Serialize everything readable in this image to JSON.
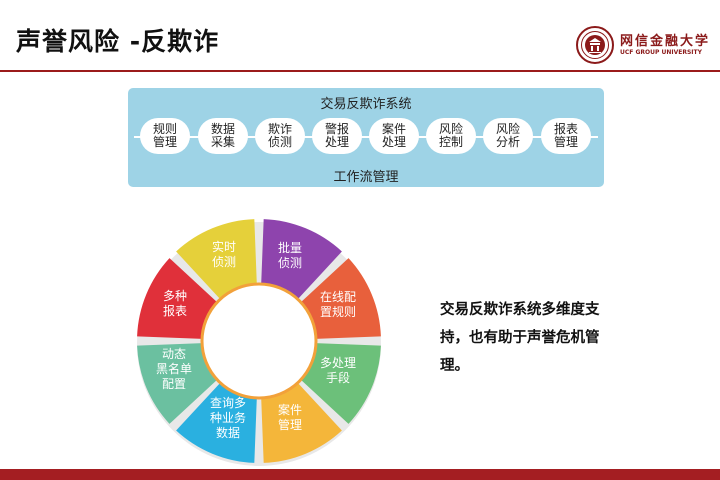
{
  "slide": {
    "title": "声誉风险 -反欺诈"
  },
  "logo": {
    "name_cn": "网信金融大学",
    "name_en": "UCF GROUP UNIVERSITY"
  },
  "colors": {
    "accent": "#a41e22",
    "workflow_bg": "#9ed3e6"
  },
  "workflow": {
    "title": "交易反欺诈系统",
    "footer": "工作流管理",
    "steps": [
      "规则\n管理",
      "数据\n采集",
      "欺诈\n侦测",
      "警报\n处理",
      "案件\n处理",
      "风险\n控制",
      "风险\n分析",
      "报表\n管理"
    ]
  },
  "ring": {
    "segments": [
      {
        "label": "批量\n侦测",
        "color": "#8e44ad"
      },
      {
        "label": "在线配\n置规则",
        "color": "#e8603c"
      },
      {
        "label": "多处理\n手段",
        "color": "#6cc07a"
      },
      {
        "label": "案件\n管理",
        "color": "#f4b63a"
      },
      {
        "label": "查询多\n种业务\n数据",
        "color": "#2ab0e0"
      },
      {
        "label": "动态\n黑名单\n配置",
        "color": "#6bc0a0"
      },
      {
        "label": "多种\n报表",
        "color": "#e0303a"
      },
      {
        "label": "实时\n侦测",
        "color": "#e5d03a"
      }
    ]
  },
  "summary": {
    "text": "交易反欺诈系统多维度支持，也有助于声誉危机管理。"
  }
}
